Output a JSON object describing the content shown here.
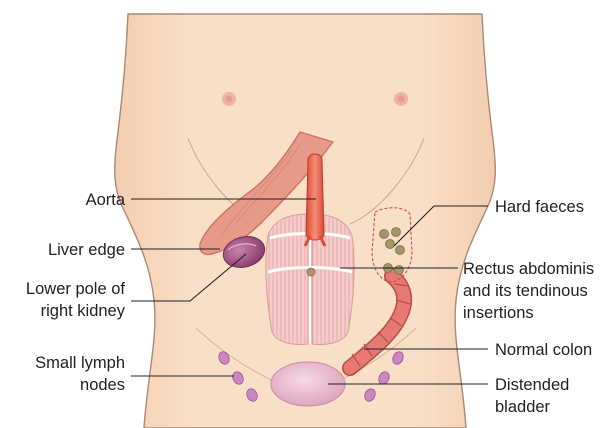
{
  "diagram": {
    "labels": {
      "aorta": "Aorta",
      "liver_edge": "Liver edge",
      "kidney_line1": "Lower pole of",
      "kidney_line2": "right kidney",
      "lymph_line1": "Small lymph",
      "lymph_line2": "nodes",
      "hard_faeces": "Hard faeces",
      "rectus_line1": "Rectus abdominis",
      "rectus_line2": "and its tendinous",
      "rectus_line3": "insertions",
      "normal_colon": "Normal colon",
      "bladder_line1": "Distended",
      "bladder_line2": "bladder"
    },
    "colors": {
      "skin": "#f8dcc3",
      "skin_outline": "#a88a76",
      "liver": "#e79a8a",
      "aorta": "#ef6b52",
      "muscle": "#f3c6c3",
      "colon": "#e67a73",
      "faeces": "#a39668",
      "kidney": "#a45a86",
      "lymph_node": "#cb86c2",
      "bladder": "#eab9cf",
      "text": "#231f20"
    }
  }
}
